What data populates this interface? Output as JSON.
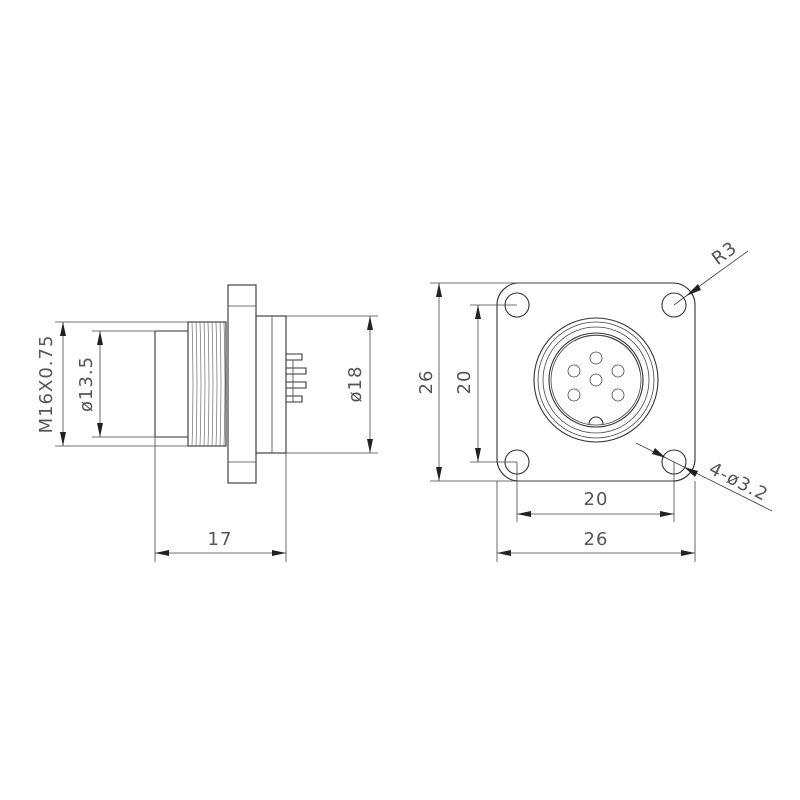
{
  "side_view": {
    "thread_label": "M16X0.75",
    "inner_diameter_label": "ø13.5",
    "outer_diameter_label": "ø18",
    "length_label": "17"
  },
  "front_view": {
    "height_overall_label": "26",
    "height_holes_label": "20",
    "width_holes_label": "20",
    "width_overall_label": "26",
    "corner_radius_label": "R3",
    "holes_label": "4-ø3.2"
  },
  "colors": {
    "line": "#333333",
    "text": "#555555",
    "background": "#ffffff"
  }
}
